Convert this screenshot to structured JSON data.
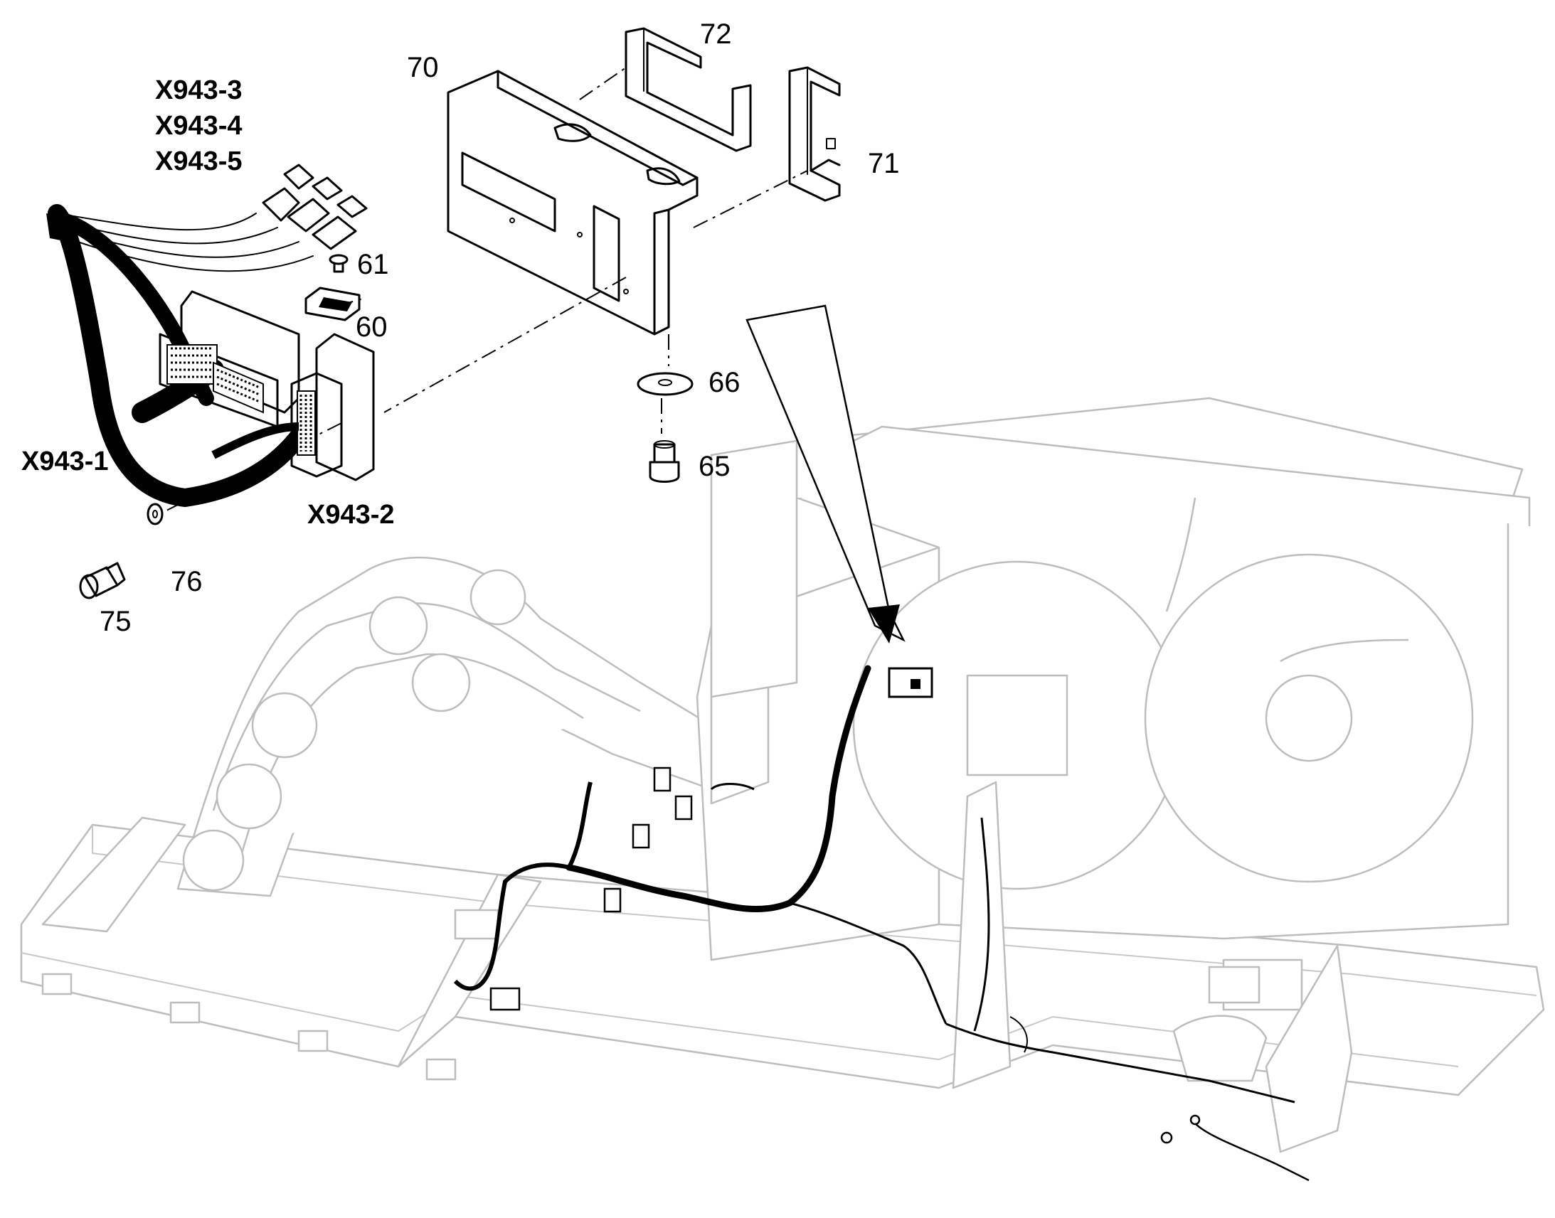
{
  "callouts": {
    "c70": "70",
    "c72": "72",
    "c71": "71",
    "c61": "61",
    "c60": "60",
    "c66": "66",
    "c65": "65",
    "c76": "76",
    "c75": "75"
  },
  "connectors": {
    "x943_3": "X943-3",
    "x943_4": "X943-4",
    "x943_5": "X943-5",
    "x943_1": "X943-1",
    "x943_2": "X943-2"
  },
  "colors": {
    "ink": "#000000",
    "background": "#ffffff",
    "context_gray": "#bdbdbd"
  }
}
